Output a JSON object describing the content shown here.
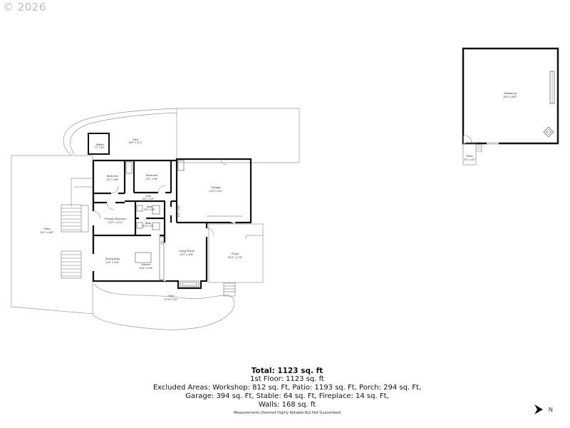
{
  "copyright": "© 2026",
  "rooms": {
    "workshop": {
      "name": "Workshop",
      "dims": "28'0\" x 28'0\""
    },
    "patio_small": {
      "name": "Patio",
      "dims": "4'0\" x 4'8\""
    },
    "yard_top": {
      "name": "Yard",
      "dims": "29'0\" x 11'1\""
    },
    "stable": {
      "name": "Stable",
      "dims": "7'1\" x 8'1\""
    },
    "bedroom_1": {
      "name": "Bedroom",
      "dims": "12'2\" x 8'8\""
    },
    "bedroom_2": {
      "name": "Bedroom",
      "dims": "9'11\" x 9'8\""
    },
    "garage": {
      "name": "Garage",
      "dims": "21'8\" x 18'1\""
    },
    "hall": {
      "name": "Hall",
      "dims": "15'1\" x 3'3\""
    },
    "bath_1": {
      "name": "Bath",
      "dims": "8'3\" x 4'9\""
    },
    "bath_2": {
      "name": "Bath",
      "dims": "8'3\" x 4'9\""
    },
    "primary_bedroom": {
      "name": "Primary Bedroom",
      "dims": "12'8\" x 10'11\""
    },
    "patio_large": {
      "name": "Patio",
      "dims": "25'2\" x 46'3\""
    },
    "dining_area": {
      "name": "Dining Area",
      "dims": "11'6\" x 13'4\""
    },
    "kitchen": {
      "name": "Kitchen",
      "dims": "10'6\" x 13'8\""
    },
    "living_room": {
      "name": "Living Room",
      "dims": "12'0\" x 16'6\""
    },
    "porch": {
      "name": "Porch",
      "dims": "15'11\" x 17'8\""
    },
    "yard_bottom": {
      "name": "Yard",
      "dims": "37'10\" x 9'0\""
    },
    "closet": {
      "dims": "2'11\" x 6'8\""
    }
  },
  "summary": {
    "total": "Total: 1123 sq. ft",
    "first_floor": "1st Floor: 1123 sq. ft",
    "excluded_line1": "Excluded Areas: Workshop: 812 sq. Ft, Patio: 1193 sq. Ft, Porch: 294 sq. Ft,",
    "excluded_line2": "Garage: 394 sq. Ft, Stable: 64 sq. Ft, Fireplace: 14 sq. Ft,",
    "excluded_line3": "Walls: 168 sq. ft",
    "disclaimer": "Measurements Deemed Highly Reliable But Not Guaranteed"
  },
  "compass": {
    "label": "N"
  }
}
